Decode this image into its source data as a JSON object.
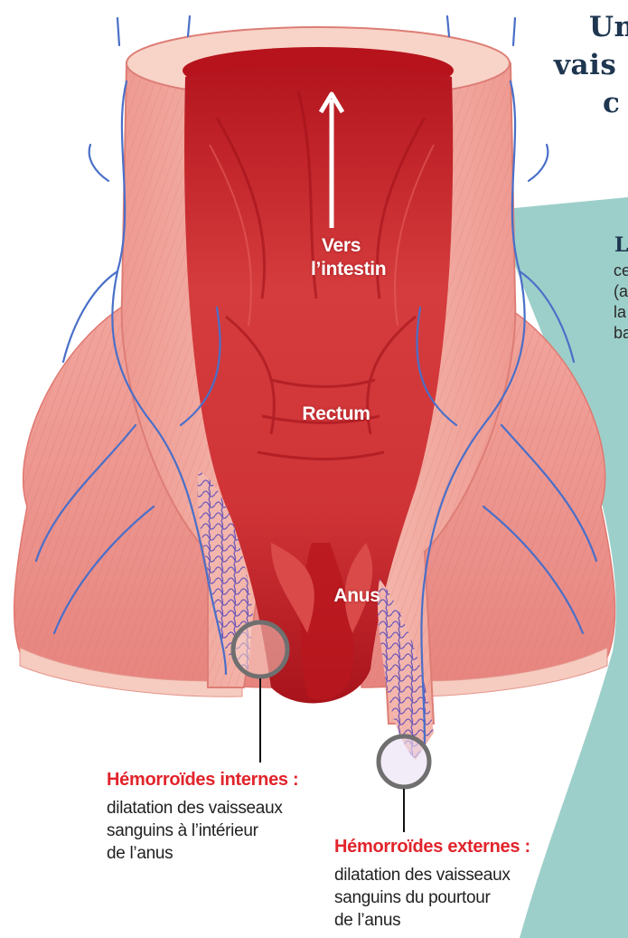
{
  "title": {
    "lines": [
      "Un",
      "vais",
      "c"
    ]
  },
  "intro": {
    "heading": "L",
    "lines": [
      "ce",
      "(a",
      "la",
      "ba"
    ]
  },
  "labels": {
    "vers_intestin": [
      "Vers",
      "l’intestin"
    ],
    "rectum": "Rectum",
    "anus": "Anus"
  },
  "callouts": {
    "internes": {
      "title": "Hémorroïdes internes :",
      "lines": [
        "dilatation des vaisseaux",
        "sanguins à l’intérieur",
        "de l’anus"
      ]
    },
    "externes": {
      "title": "Hémorroïdes externes :",
      "lines": [
        "dilatation des vaisseaux",
        "sanguins du pourtour",
        "de l’anus"
      ]
    }
  },
  "colors": {
    "title": "#1f3650",
    "callout_title": "#e1242b",
    "teal_accent": "#9dcfca",
    "tissue": "#f1a49c",
    "lumen": "#c2282e",
    "veins": "#4a6fc8"
  },
  "icons": [
    "arrow-up-icon",
    "magnifier-circle-icon"
  ]
}
